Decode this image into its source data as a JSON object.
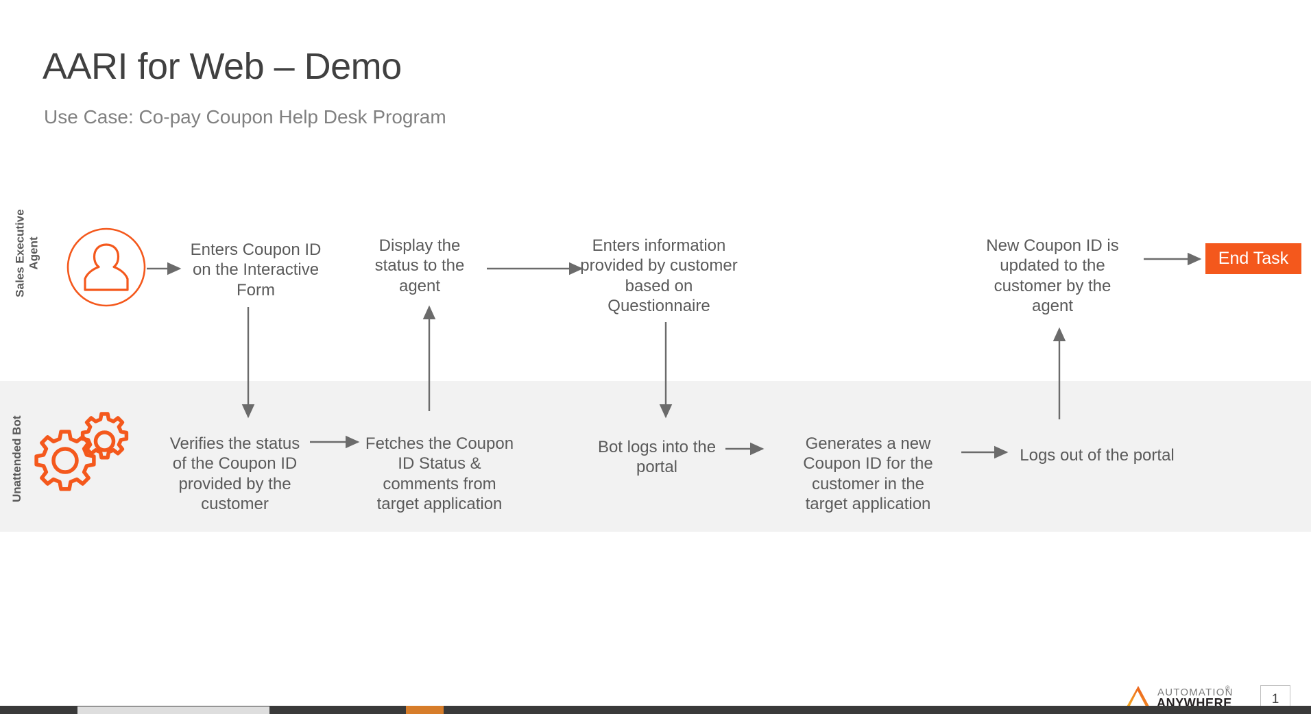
{
  "slide": {
    "title": "AARI for Web – Demo",
    "subtitle": "Use Case: Co-pay Coupon Help Desk Program",
    "page_number": "1"
  },
  "colors": {
    "accent_orange": "#F4581C",
    "lane_band_gray": "#F2F2F2",
    "text_gray": "#5A5A5A",
    "title_gray": "#404040"
  },
  "lanes": [
    {
      "id": "agent",
      "label": "Sales Executive Agent",
      "icon": "user-avatar-icon"
    },
    {
      "id": "bot",
      "label": "Unattended Bot",
      "icon": "gears-icon"
    }
  ],
  "agent_steps": [
    {
      "id": "enters-coupon-id",
      "text": "Enters Coupon ID on the Interactive Form"
    },
    {
      "id": "display-status",
      "text": "Display the status to the agent"
    },
    {
      "id": "enters-information",
      "text": "Enters information provided by customer based on Questionnaire"
    },
    {
      "id": "new-coupon-updated",
      "text": "New Coupon ID is updated to the customer by the agent"
    }
  ],
  "bot_steps": [
    {
      "id": "verifies-status",
      "text": "Verifies the status of the Coupon ID provided by the customer"
    },
    {
      "id": "fetches-coupon",
      "text": "Fetches the Coupon ID Status & comments from target application"
    },
    {
      "id": "bot-logs-in",
      "text": "Bot logs into the portal"
    },
    {
      "id": "generates-new-coupon",
      "text": "Generates a new Coupon ID for the customer in the target application"
    },
    {
      "id": "logs-out",
      "text": "Logs out of the portal"
    }
  ],
  "end_task": {
    "label": "End Task"
  },
  "footer": {
    "brand_line1": "AUTOMATION",
    "brand_line2": "ANYWHERE",
    "registered_mark": "®"
  }
}
